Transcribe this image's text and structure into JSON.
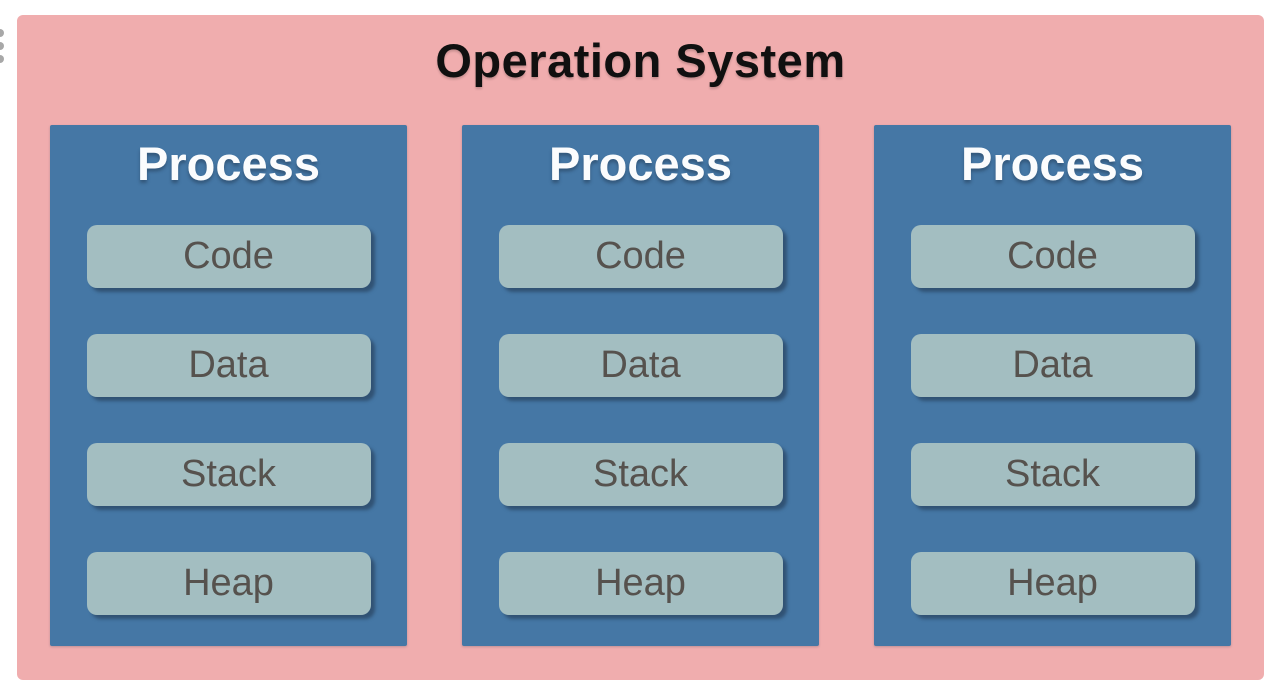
{
  "drag_handle": {
    "dot_count": 3,
    "dot_color": "#a8a8a8"
  },
  "diagram": {
    "title": "Operation System",
    "processes": [
      {
        "title": "Process",
        "segments": [
          "Code",
          "Data",
          "Stack",
          "Heap"
        ]
      },
      {
        "title": "Process",
        "segments": [
          "Code",
          "Data",
          "Stack",
          "Heap"
        ]
      },
      {
        "title": "Process",
        "segments": [
          "Code",
          "Data",
          "Stack",
          "Heap"
        ]
      }
    ],
    "colors": {
      "board": "#f0adae",
      "process": "#4577a5",
      "segment": "#a3bec1",
      "segment_text": "#56524e",
      "title_text": "#101010",
      "process_title_text": "#fbfcfd"
    }
  }
}
